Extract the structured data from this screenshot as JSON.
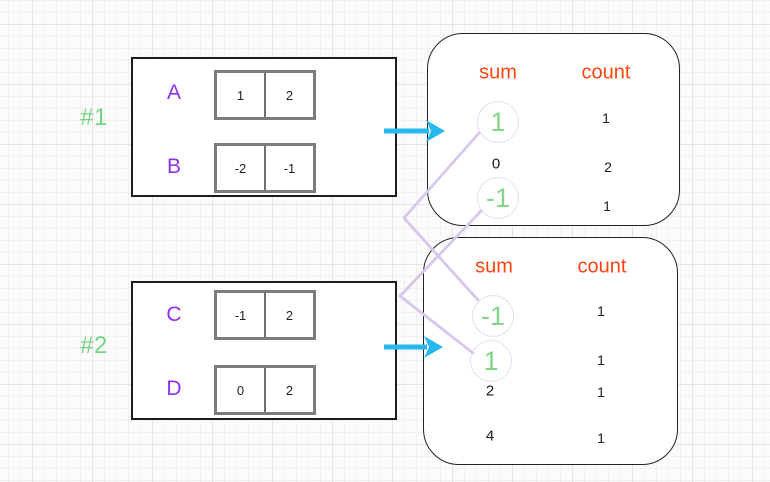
{
  "groups": [
    {
      "label": "#1",
      "rows": [
        {
          "name": "A",
          "cells": [
            "1",
            "2"
          ]
        },
        {
          "name": "B",
          "cells": [
            "-2",
            "-1"
          ]
        }
      ]
    },
    {
      "label": "#2",
      "rows": [
        {
          "name": "C",
          "cells": [
            "-1",
            "2"
          ]
        },
        {
          "name": "D",
          "cells": [
            "0",
            "2"
          ]
        }
      ]
    }
  ],
  "results": [
    {
      "headers": [
        "sum",
        "count"
      ],
      "rows": [
        {
          "sum": "1",
          "count": "1",
          "circled": true
        },
        {
          "sum": "0",
          "count": "2",
          "circled": false
        },
        {
          "sum": "-1",
          "count": "1",
          "circled": true
        }
      ]
    },
    {
      "headers": [
        "sum",
        "count"
      ],
      "rows": [
        {
          "sum": "-1",
          "count": "1",
          "circled": true
        },
        {
          "sum": "1",
          "count": "1",
          "circled": true
        },
        {
          "sum": "2",
          "count": "1",
          "circled": false
        },
        {
          "sum": "4",
          "count": "1",
          "circled": false
        }
      ]
    }
  ],
  "connectors": [
    {
      "from": "result1-sum-1",
      "to": "result2-sum-neg1"
    },
    {
      "from": "result1-sum-neg1",
      "to": "result2-sum-1"
    }
  ],
  "icons": {
    "arrow1": "right-arrow",
    "arrow2": "right-arrow"
  },
  "colors": {
    "purple": "#9130f0",
    "label_green": "#76d385",
    "sum_green": "#84d58a",
    "orange": "#f94611",
    "cyan": "#27b8f0",
    "lavender_line": "#d9c6ec",
    "lavender_circle": "#e8dcf3"
  }
}
